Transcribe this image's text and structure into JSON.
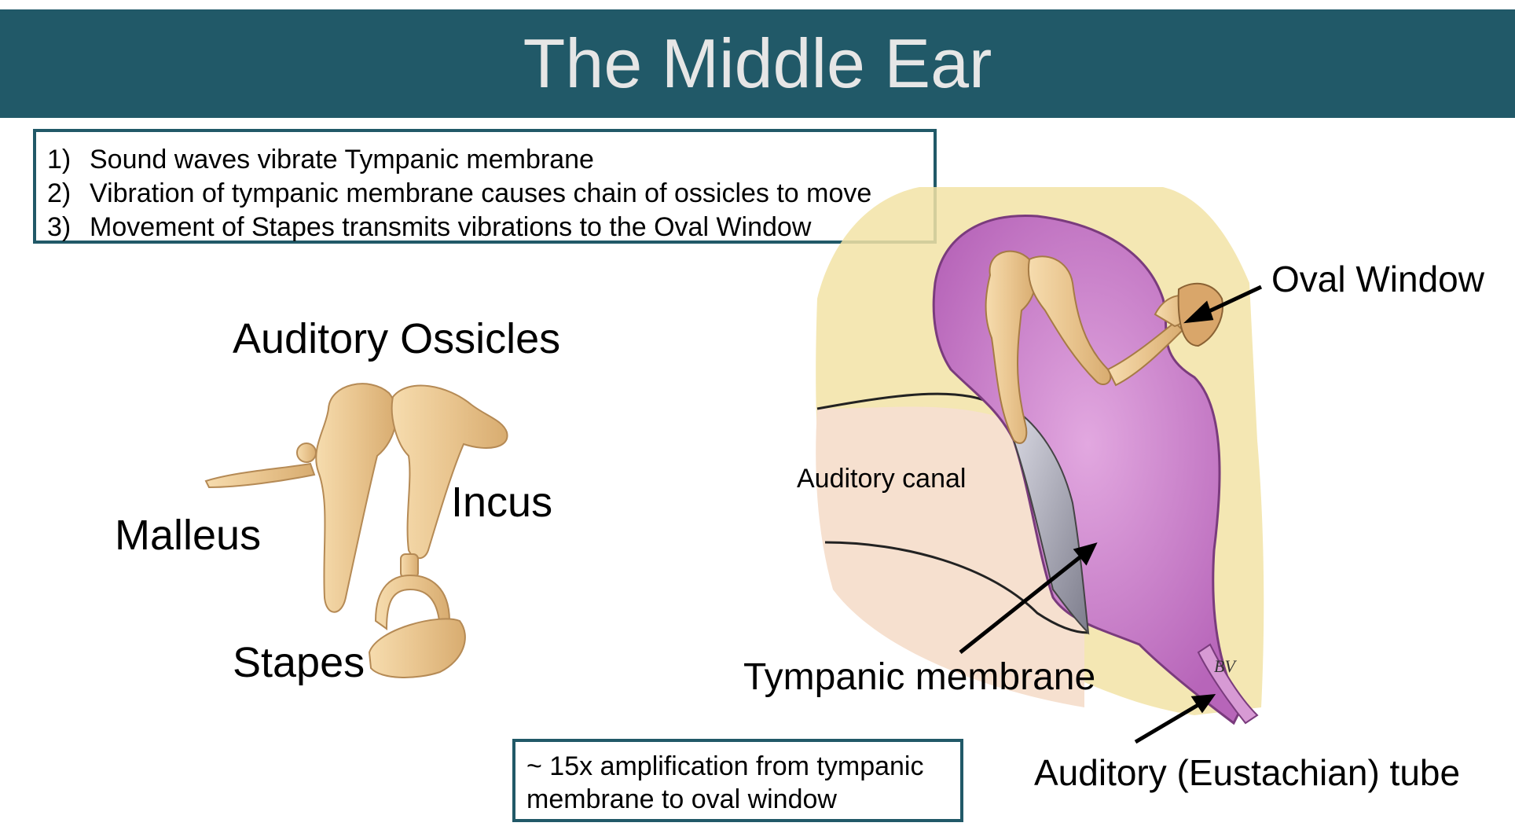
{
  "slide": {
    "title": "The Middle Ear",
    "steps": [
      {
        "number": "1)",
        "text": "Sound waves vibrate Tympanic membrane"
      },
      {
        "number": "2)",
        "text": "Vibration of tympanic membrane causes chain of ossicles to move"
      },
      {
        "number": "3)",
        "text": "Movement of Stapes transmits vibrations to the Oval Window"
      }
    ],
    "ossicles": {
      "heading": "Auditory Ossicles",
      "malleus": "Malleus",
      "incus": "Incus",
      "stapes": "Stapes"
    },
    "ear_labels": {
      "oval_window": "Oval Window",
      "auditory_canal": "Auditory canal",
      "tympanic_membrane": "Tympanic membrane",
      "eustachian_tube": "Auditory (Eustachian) tube",
      "artist_initials": "BV"
    },
    "note": {
      "line1": "~ 15x amplification from tympanic",
      "line2": "membrane to oval window"
    },
    "colors": {
      "title_bar": "#215968",
      "bone": "#e8c48f",
      "cavity": "#c786c8",
      "skin": "#f3d9c4",
      "temporal_bone": "#f2e3a6"
    }
  }
}
